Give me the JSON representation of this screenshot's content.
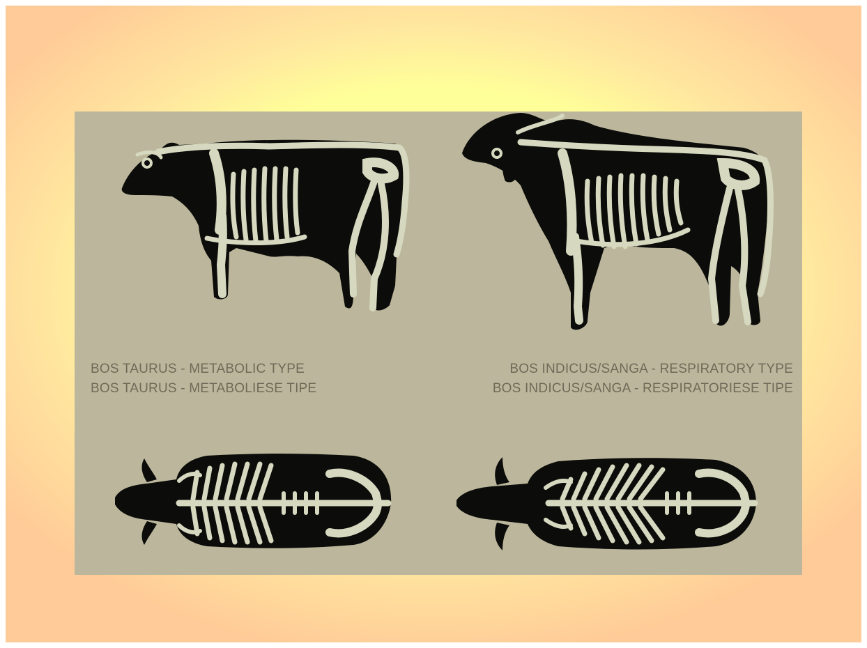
{
  "labels": {
    "taurus": {
      "line1": "BOS TAURUS - METABOLIC TYPE",
      "line2": "BOS TAURUS - METABOLIESE TIPE"
    },
    "indicus": {
      "line1": "BOS INDICUS/SANGA - RESPIRATORY TYPE",
      "line2": "BOS INDICUS/SANGA - RESPIRATORIESE TIPE"
    }
  },
  "colors": {
    "slide_center": "#ffff99",
    "slide_edge": "#ffcb98",
    "photo_background": "#bcb79c",
    "silhouette": "#0c0c0a",
    "bone": "#d6d9bf",
    "label_text": "#6f6a58"
  }
}
